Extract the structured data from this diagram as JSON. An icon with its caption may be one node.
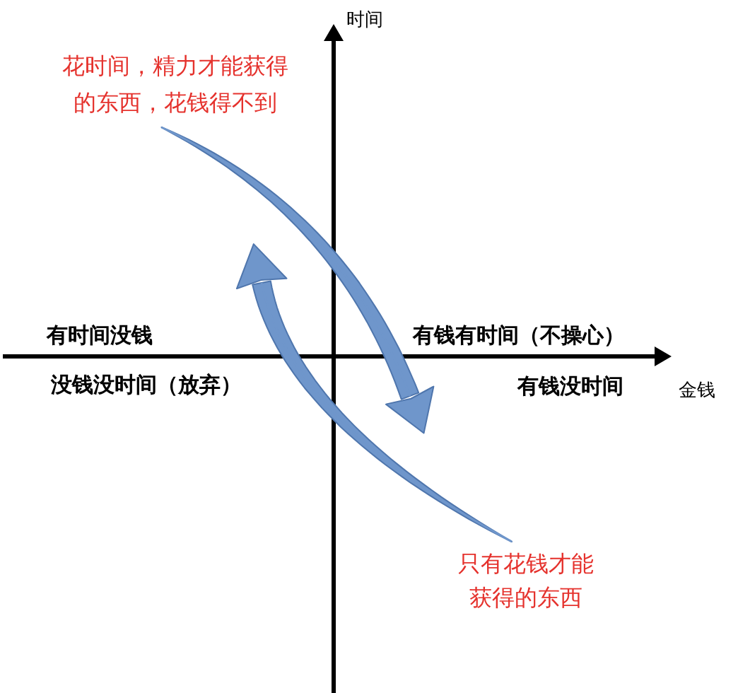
{
  "diagram": {
    "nodes": [
      {
        "text": [
          "花时间，精力才能获得的东西，花钱得不到"
        ]
      },
      {
        "text": [
          "只有花钱才能获得的东西"
        ]
      }
    ],
    "edges": [
      {
        "from": 0,
        "to": null,
        "arrow": "to"
      },
      {
        "from": 1,
        "to": null,
        "arrow": "to"
      }
    ],
    "labels": [
      "时间",
      "有时间没钱",
      "有钱有时间（不操心）",
      "没钱没时间（放弃）",
      "有钱没时间",
      "金钱"
    ]
  }
}
